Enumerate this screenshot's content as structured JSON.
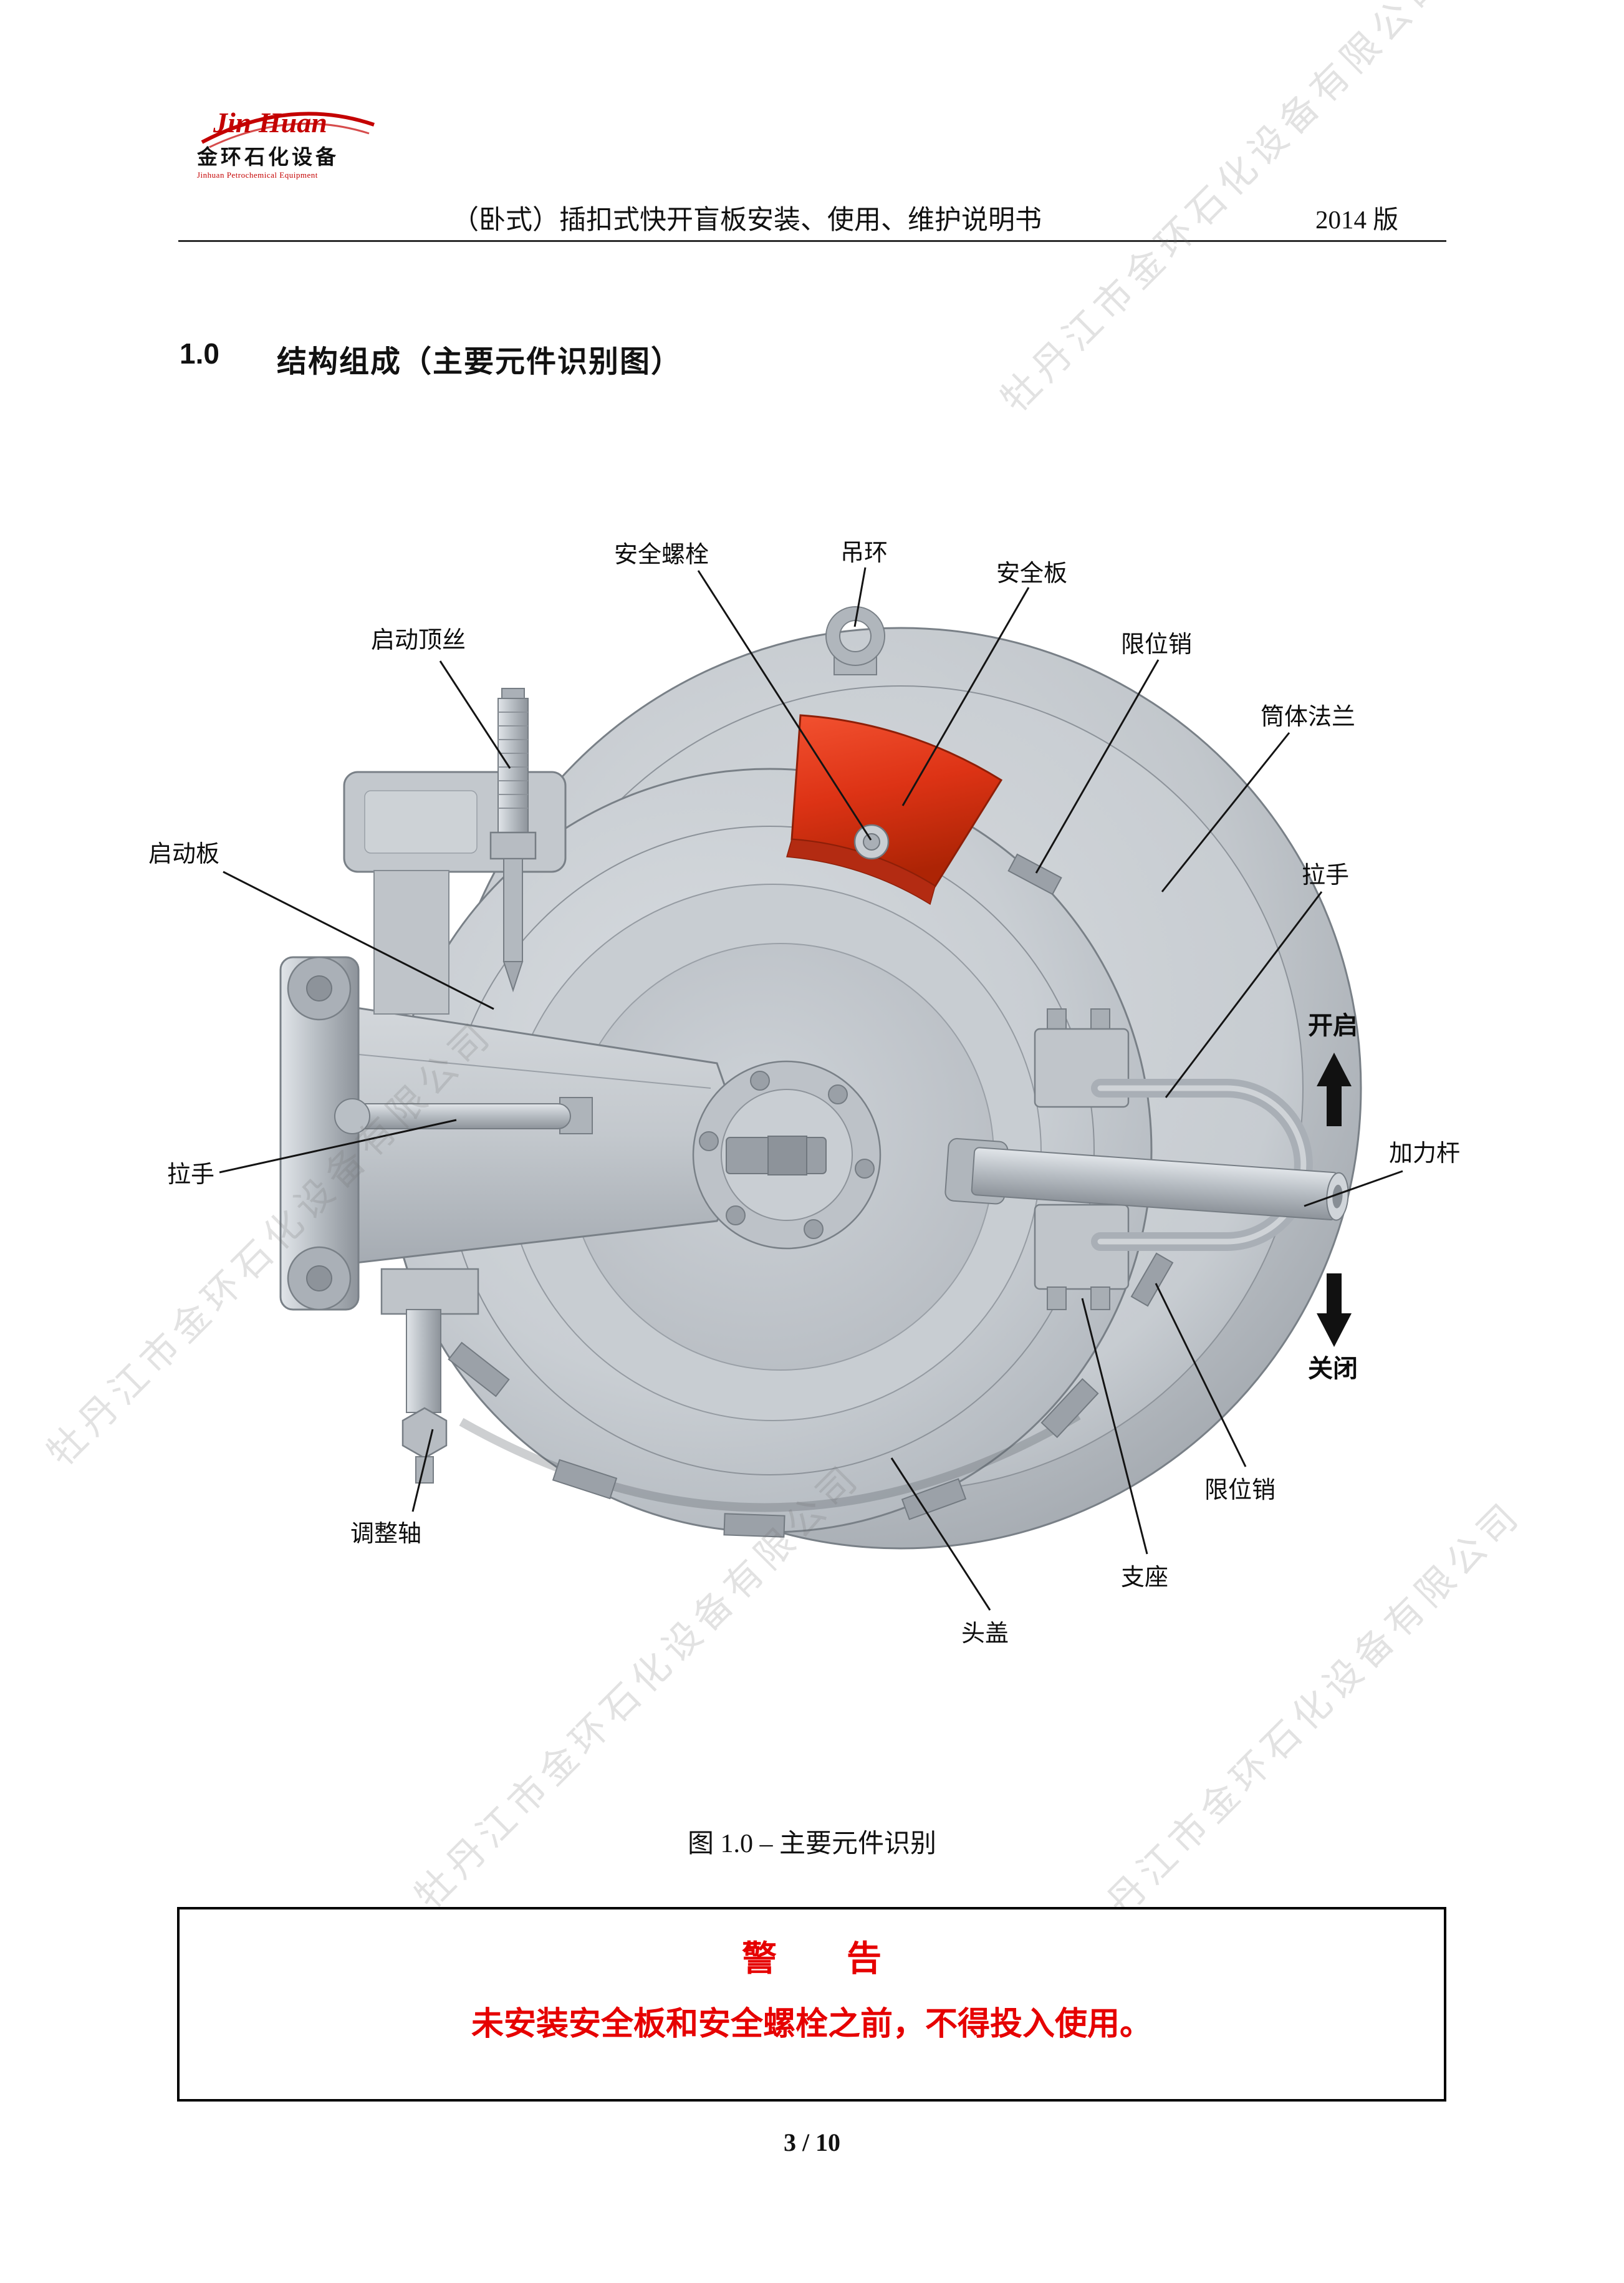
{
  "header": {
    "logo": {
      "script": "Jin Huan",
      "name_cn": "金环石化设备",
      "name_en": "Jinhuan Petrochemical Equipment"
    },
    "doc_title": "（卧式）插扣式快开盲板安装、使用、维护说明书",
    "edition": "2014 版"
  },
  "section": {
    "number": "1.0",
    "title": "结构组成（主要元件识别图）"
  },
  "diagram": {
    "labels": {
      "start_screw": "启动顶丝",
      "safety_bolt": "安全螺栓",
      "lifting_ring": "吊环",
      "safety_plate": "安全板",
      "limit_pin_top": "限位销",
      "shell_flange": "筒体法兰",
      "handle_right": "拉手",
      "open": "开启",
      "force_rod": "加力杆",
      "close": "关闭",
      "limit_pin_bottom": "限位销",
      "support": "支座",
      "head_cover": "头盖",
      "adjust_shaft": "调整轴",
      "handle_left": "拉手",
      "start_plate": "启动板"
    },
    "caption": "图 1.0 – 主要元件识别"
  },
  "warning": {
    "title": "警　　告",
    "body": "未安装安全板和安全螺栓之前，不得投入使用。"
  },
  "footer": {
    "page_number": "3 / 10"
  },
  "watermark": {
    "text": "牡丹江市金环石化设备有限公司"
  },
  "colors": {
    "warning_red": "#e60000",
    "safety_plate_red": "#dd3315",
    "metal_gray": "#c6cbd0",
    "line_black": "#141414"
  }
}
